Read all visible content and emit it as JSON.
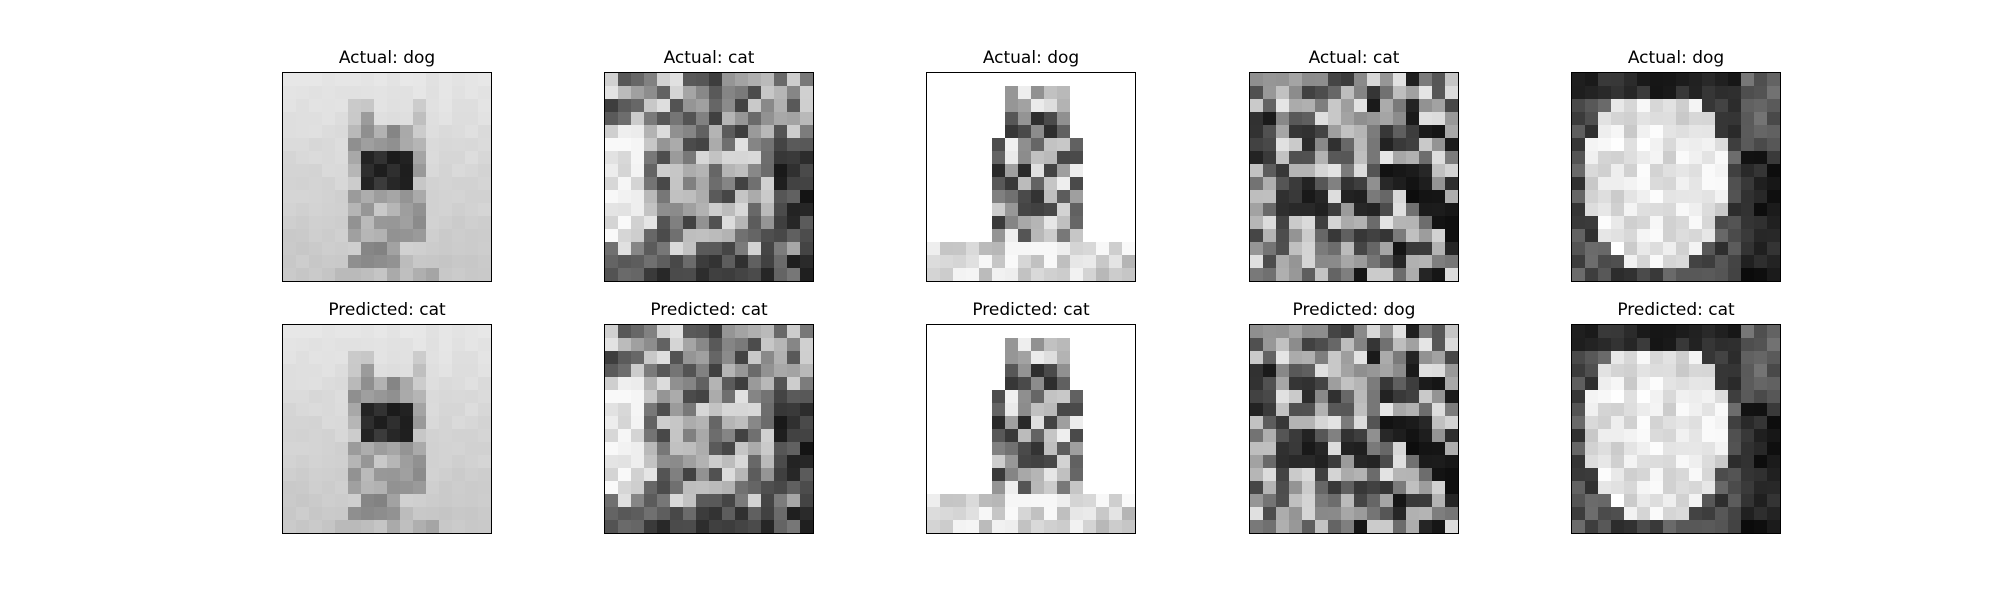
{
  "panels": [
    {
      "row": 0,
      "col": 0,
      "title": "Actual: dog",
      "image_id": "dog-silhouette"
    },
    {
      "row": 0,
      "col": 1,
      "title": "Actual: cat",
      "image_id": "cat-texture"
    },
    {
      "row": 0,
      "col": 2,
      "title": "Actual: dog",
      "image_id": "dog-sitting"
    },
    {
      "row": 0,
      "col": 3,
      "title": "Actual: cat",
      "image_id": "noise-dark"
    },
    {
      "row": 0,
      "col": 4,
      "title": "Actual: dog",
      "image_id": "bright-blob"
    },
    {
      "row": 1,
      "col": 0,
      "title": "Predicted: cat",
      "image_id": "dog-silhouette"
    },
    {
      "row": 1,
      "col": 1,
      "title": "Predicted: cat",
      "image_id": "cat-texture"
    },
    {
      "row": 1,
      "col": 2,
      "title": "Predicted: cat",
      "image_id": "dog-sitting"
    },
    {
      "row": 1,
      "col": 3,
      "title": "Predicted: dog",
      "image_id": "noise-dark"
    },
    {
      "row": 1,
      "col": 4,
      "title": "Predicted: cat",
      "image_id": "bright-blob"
    }
  ],
  "colors": {
    "frame": "#000000",
    "background": "#ffffff"
  }
}
